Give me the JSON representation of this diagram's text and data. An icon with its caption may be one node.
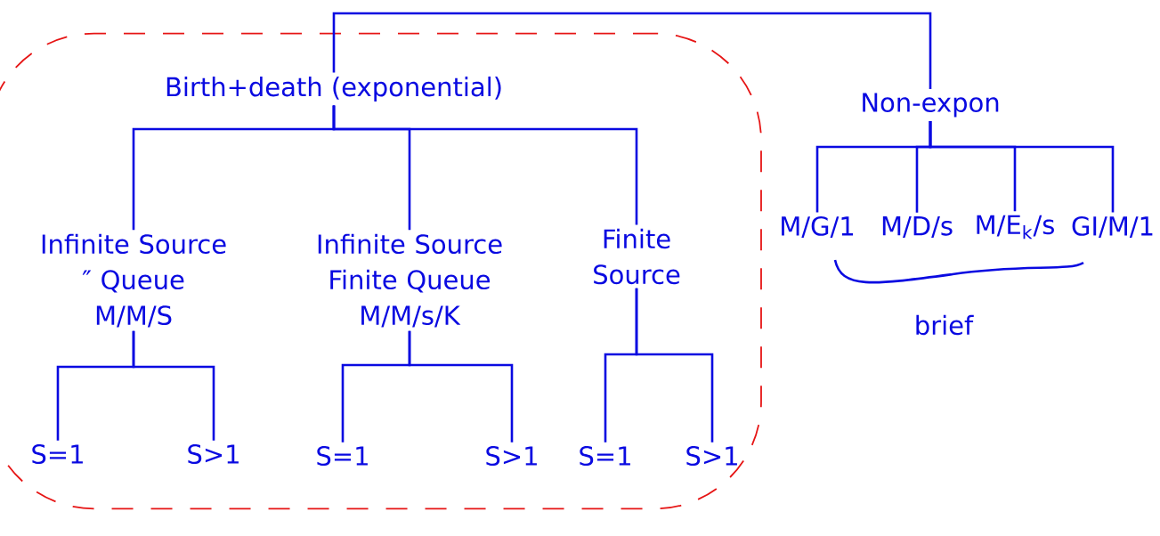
{
  "diagram": {
    "nodes": [
      {
        "text": [],
        "shape": "box"
      },
      {
        "text": [
          "Birth+death (exponential)"
        ],
        "in": 0
      },
      {
        "text": [
          "Infinite Source ″ Queue",
          "M/M/S"
        ],
        "in": 0
      },
      {
        "text": [
          "Infinite Source Finite Queue",
          "M/M/s/K"
        ],
        "in": 0
      },
      {
        "text": [
          "Finite Source"
        ],
        "in": 0
      },
      {
        "text": [
          "S=1"
        ],
        "in": 0
      },
      {
        "text": [
          "S>1"
        ],
        "in": 0
      },
      {
        "text": [
          "S=1"
        ],
        "in": 0
      },
      {
        "text": [
          "S>1"
        ],
        "in": 0
      },
      {
        "text": [
          "S=1"
        ],
        "in": 0
      },
      {
        "text": [
          "S>1"
        ],
        "in": 0
      },
      {
        "text": [
          "Non-expon"
        ]
      },
      {
        "text": [
          "M/G/1"
        ]
      },
      {
        "text": [
          "M/D/s"
        ]
      },
      {
        "text": [
          "M/E$_{k}$/s"
        ]
      },
      {
        "text": [
          "GI/M/1"
        ]
      }
    ],
    "edges": [
      {
        "from": 1,
        "to": 11,
        "arrow": "none"
      },
      {
        "from": 1,
        "to": 2,
        "arrow": "none"
      },
      {
        "from": 1,
        "to": 3,
        "arrow": "none"
      },
      {
        "from": 1,
        "to": 4,
        "arrow": "none"
      },
      {
        "from": 2,
        "to": 5,
        "arrow": "none"
      },
      {
        "from": 2,
        "to": 6,
        "arrow": "none"
      },
      {
        "from": 3,
        "to": 7,
        "arrow": "none"
      },
      {
        "from": 3,
        "to": 8,
        "arrow": "none"
      },
      {
        "from": 4,
        "to": 9,
        "arrow": "none"
      },
      {
        "from": 4,
        "to": 10,
        "arrow": "none"
      },
      {
        "from": 11,
        "to": 12,
        "arrow": "none"
      },
      {
        "from": 11,
        "to": 13,
        "arrow": "none"
      },
      {
        "from": 11,
        "to": 14,
        "arrow": "none"
      },
      {
        "from": 11,
        "to": 15,
        "arrow": "none"
      }
    ],
    "labels": [
      "brief"
    ]
  }
}
